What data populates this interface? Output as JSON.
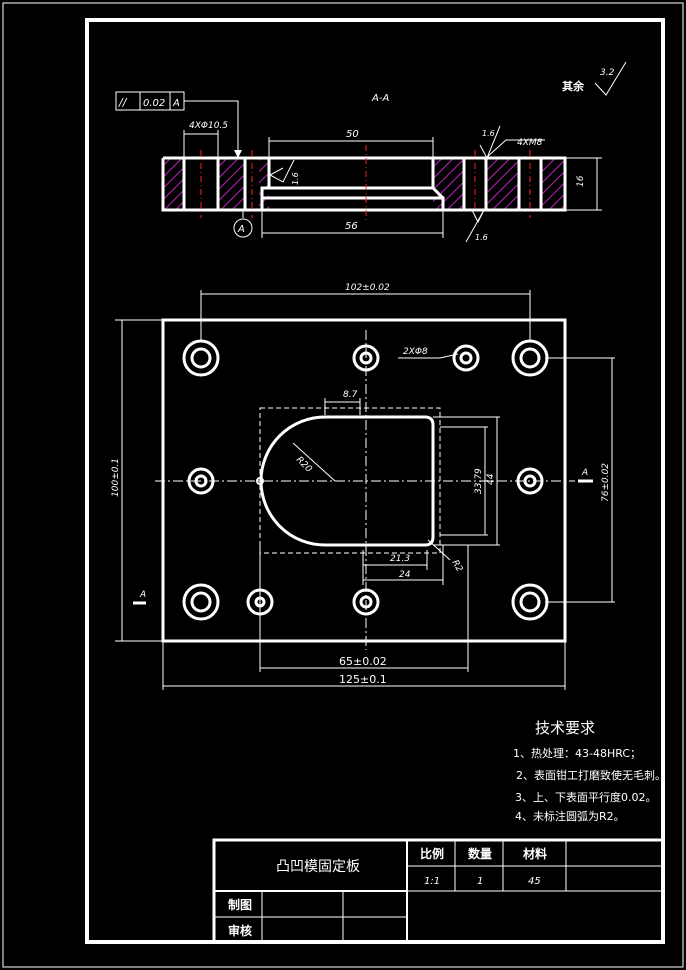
{
  "drawing": {
    "section_title": "A-A",
    "roughness_rest_label": "其余",
    "roughness_rest_value": "3.2",
    "flatness": {
      "symbol": "//",
      "tolerance": "0.02",
      "datum": "A"
    },
    "datum_mark": "A",
    "section_mark_right": "A",
    "section_mark_left": "A"
  },
  "section_dims": {
    "holes": "4XΦ10.5",
    "threads": "4XM8",
    "top_width": "50",
    "bottom_width": "56",
    "height": "16",
    "roughness_top": "1.6",
    "roughness_side": "1.6",
    "roughness_bottom": "1.6"
  },
  "plan_dims": {
    "hole_spacing_x": "102±0.02",
    "pin_holes": "2XΦ8",
    "offset_8_7": "8.7",
    "radius_20": "R20",
    "height_33_79": "33.79",
    "height_44": "44",
    "width_21_3": "21.3",
    "width_24": "24",
    "radius_2": "R2",
    "hole_spacing_y": "76±0.02",
    "overall_height": "100±0.1",
    "width_65": "65±0.02",
    "overall_width": "125±0.1"
  },
  "tech_requirements": {
    "title": "技术要求",
    "items": [
      "1、热处理：43-48HRC；",
      "2、表面钳工打磨致使无毛刺。",
      "3、上、下表面平行度0.02。",
      "4、未标注圆弧为R2。"
    ]
  },
  "title_block": {
    "part_name": "凸凹模固定板",
    "scale_label": "比例",
    "qty_label": "数量",
    "material_label": "材料",
    "scale": "1:1",
    "qty": "1",
    "material": "45",
    "drawn_label": "制图",
    "checked_label": "审核"
  },
  "colors": {
    "line": "#ffffff",
    "centerline": "#ff2020",
    "hatch": "#c020c0",
    "background": "#000000"
  }
}
